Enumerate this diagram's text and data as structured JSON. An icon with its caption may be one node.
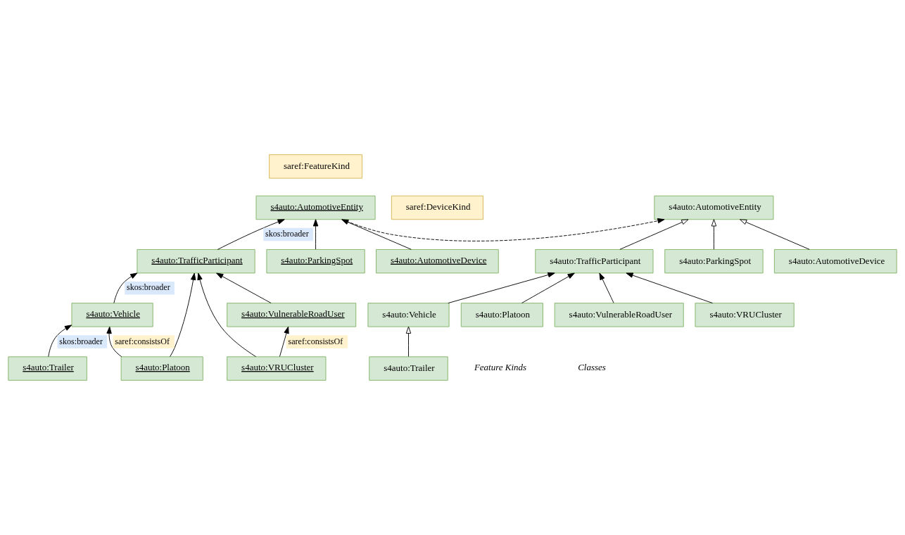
{
  "diagram": {
    "nodes": [
      {
        "text": [
          "saref:FeatureKind"
        ]
      },
      {
        "text": [
          "s4auto:AutomotiveEntity"
        ]
      },
      {
        "text": [
          "s4auto:TrafficParticipant"
        ]
      },
      {
        "text": [
          "s4auto:Vehicle"
        ]
      },
      {
        "text": [
          "s4auto:Trailer"
        ]
      },
      {
        "text": [
          "s4auto:Platoon"
        ]
      },
      {
        "text": [
          "s4auto:VulnerableRoadUser"
        ]
      },
      {
        "text": [
          "s4auto:VRUCluster"
        ]
      },
      {
        "text": [
          "s4auto:ParkingSpot"
        ]
      },
      {
        "text": [
          "saref:DeviceKind"
        ]
      },
      {
        "text": [
          "s4auto:AutomotiveDevice"
        ]
      },
      {
        "text": [
          "s4auto:AutomotiveEntity"
        ]
      },
      {
        "text": [
          "s4auto:TrafficParticipant"
        ]
      },
      {
        "text": [
          "s4auto:Vehicle"
        ]
      },
      {
        "text": [
          "s4auto:Trailer"
        ]
      },
      {
        "text": [
          "s4auto:Platoon"
        ]
      },
      {
        "text": [
          "s4auto:VulnerableRoadUser"
        ]
      },
      {
        "text": [
          "s4auto:VRUCluster"
        ]
      },
      {
        "text": [
          "s4auto:ParkingSpot"
        ]
      },
      {
        "text": [
          "s4auto:AutomotiveDevice"
        ]
      }
    ],
    "edges": [
      {
        "from": 2,
        "to": 1,
        "arrow": "to",
        "label": "skos:broader"
      },
      {
        "from": 8,
        "to": 1,
        "arrow": "to"
      },
      {
        "from": 10,
        "to": 1,
        "arrow": "to"
      },
      {
        "from": 3,
        "to": 2,
        "arrow": "to",
        "label": "skos:broader"
      },
      {
        "from": 5,
        "to": 2,
        "arrow": "to"
      },
      {
        "from": 6,
        "to": 2,
        "arrow": "to"
      },
      {
        "from": 7,
        "to": 2,
        "arrow": "to"
      },
      {
        "from": 4,
        "to": 3,
        "arrow": "to",
        "label": "skos:broader"
      },
      {
        "from": 5,
        "to": 3,
        "arrow": "to",
        "label": "saref:consistsOf"
      },
      {
        "from": 7,
        "to": 6,
        "arrow": "to",
        "label": "saref:consistsOf"
      },
      {
        "from": 1,
        "to": 11,
        "arrow": "to",
        "style": "dashed"
      },
      {
        "from": 12,
        "to": 11,
        "arrow": "to"
      },
      {
        "from": 18,
        "to": 11,
        "arrow": "to"
      },
      {
        "from": 19,
        "to": 11,
        "arrow": "to"
      },
      {
        "from": 13,
        "to": 12,
        "arrow": "to"
      },
      {
        "from": 15,
        "to": 12,
        "arrow": "to"
      },
      {
        "from": 16,
        "to": 12,
        "arrow": "to"
      },
      {
        "from": 17,
        "to": 12,
        "arrow": "to"
      },
      {
        "from": 14,
        "to": 13,
        "arrow": "to"
      }
    ],
    "labels": [
      "Feature Kinds",
      "Classes"
    ]
  }
}
